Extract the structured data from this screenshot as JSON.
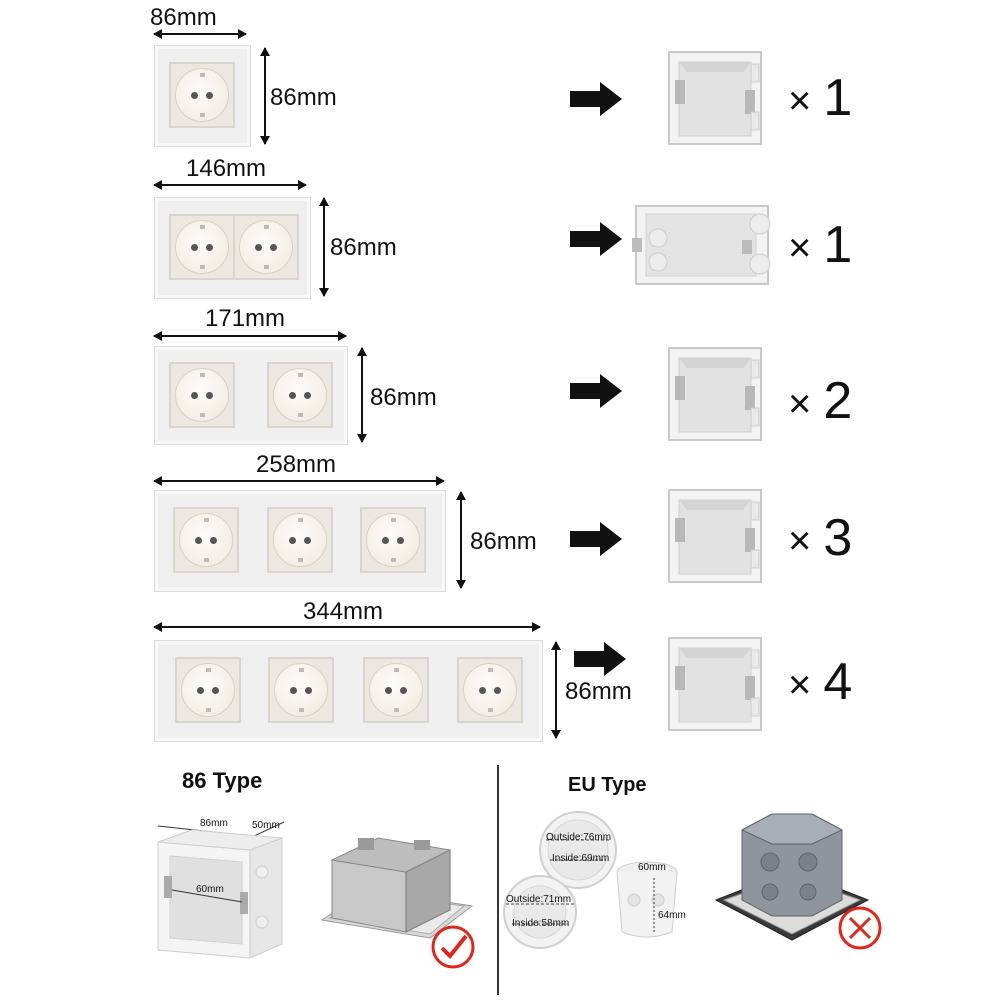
{
  "rows": [
    {
      "width_label": "86mm",
      "height_label": "86mm",
      "sockets": 1,
      "multiplier": "1"
    },
    {
      "width_label": "146mm",
      "height_label": "86mm",
      "sockets": 2,
      "multiplier": "1"
    },
    {
      "width_label": "171mm",
      "height_label": "86mm",
      "sockets": 2,
      "multiplier": "2"
    },
    {
      "width_label": "258mm",
      "height_label": "86mm",
      "sockets": 3,
      "multiplier": "3"
    },
    {
      "width_label": "344mm",
      "height_label": "86mm",
      "sockets": 4,
      "multiplier": "4"
    }
  ],
  "multiplier_symbol": "×",
  "bottom": {
    "left": {
      "title": "86 Type",
      "dim_length": "86mm",
      "dim_depth": "50mm",
      "dim_inner": "60mm",
      "status": "check-icon",
      "status_color": "#e0261b"
    },
    "right": {
      "title": "EU Type",
      "ring1_outside": "Outside:76mm",
      "ring1_inside": "Inside:69mm",
      "ring2_outside": "Outside:71mm",
      "ring2_inside": "Inside:58mm",
      "cup_diameter": "60mm",
      "cup_depth": "64mm",
      "status": "cross-icon",
      "status_color": "#e0261b"
    }
  }
}
